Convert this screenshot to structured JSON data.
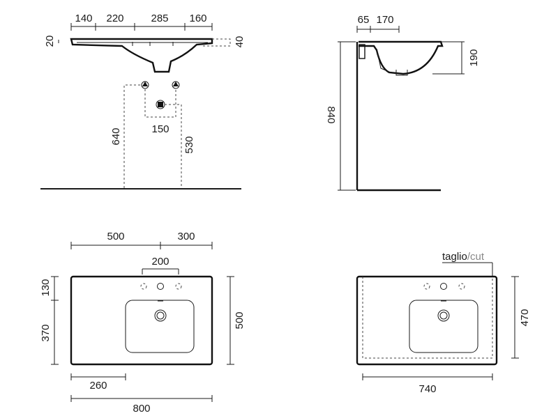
{
  "front_view": {
    "top_dims": [
      "140",
      "220",
      "285",
      "160"
    ],
    "rim_left": "20",
    "rim_right": "40",
    "tap_spacing": "150",
    "height_left": "640",
    "height_right": "530"
  },
  "side_view": {
    "top_dims": [
      "65",
      "170"
    ],
    "bowl_depth": "190",
    "total_height": "840"
  },
  "plan_view": {
    "top_dims": [
      "500",
      "300"
    ],
    "hole_spacing": "200",
    "left_dims": [
      "130",
      "370"
    ],
    "depth": "500",
    "bowl_offset": "260",
    "width": "800"
  },
  "cut_view": {
    "label": "taglio",
    "label_sep": "/",
    "label_en": "cut",
    "depth": "470",
    "width": "740"
  }
}
